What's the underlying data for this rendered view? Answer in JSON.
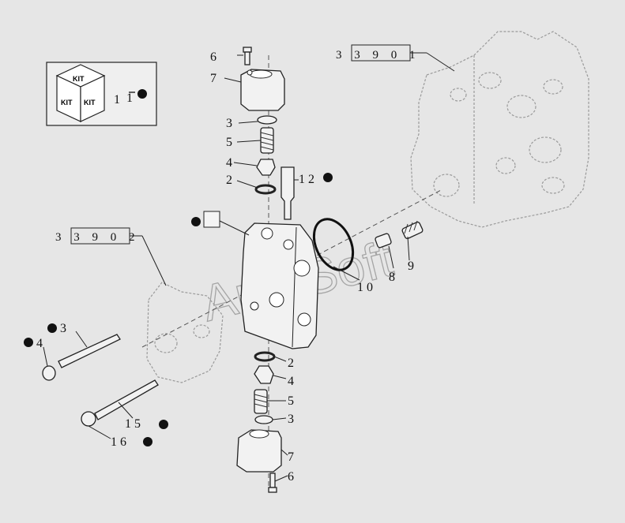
{
  "watermark": "AutoSoft",
  "kit": {
    "box_text": [
      "KIT",
      "KIT",
      "KIT"
    ],
    "label": "1",
    "label_sub": "1"
  },
  "refs": [
    {
      "id": "ref-top",
      "text": "3 3 9 0 1"
    },
    {
      "id": "ref-left",
      "text": "3 3 9 0 2"
    }
  ],
  "callouts": [
    {
      "id": "c6-top",
      "text": "6"
    },
    {
      "id": "c7-top",
      "text": "7"
    },
    {
      "id": "c3-top",
      "text": "3"
    },
    {
      "id": "c5-top",
      "text": "5"
    },
    {
      "id": "c4-top",
      "text": "4"
    },
    {
      "id": "c2-top",
      "text": "2"
    },
    {
      "id": "c12",
      "text": "1 2"
    },
    {
      "id": "c10",
      "text": "1 0"
    },
    {
      "id": "c8",
      "text": "8"
    },
    {
      "id": "c9",
      "text": "9"
    },
    {
      "id": "c3-left",
      "text": "3"
    },
    {
      "id": "c4-left",
      "text": "4"
    },
    {
      "id": "c2-bot",
      "text": "2"
    },
    {
      "id": "c4-bot",
      "text": "4"
    },
    {
      "id": "c5-bot",
      "text": "5"
    },
    {
      "id": "c3-bot",
      "text": "3"
    },
    {
      "id": "c15",
      "text": "1 5"
    },
    {
      "id": "c16",
      "text": "1 6"
    },
    {
      "id": "c7-bot",
      "text": "7"
    },
    {
      "id": "c6-bot",
      "text": "6"
    }
  ],
  "colors": {
    "background": "#e6e6e6",
    "ink": "#111111",
    "ghost": "#9a9a9a"
  }
}
